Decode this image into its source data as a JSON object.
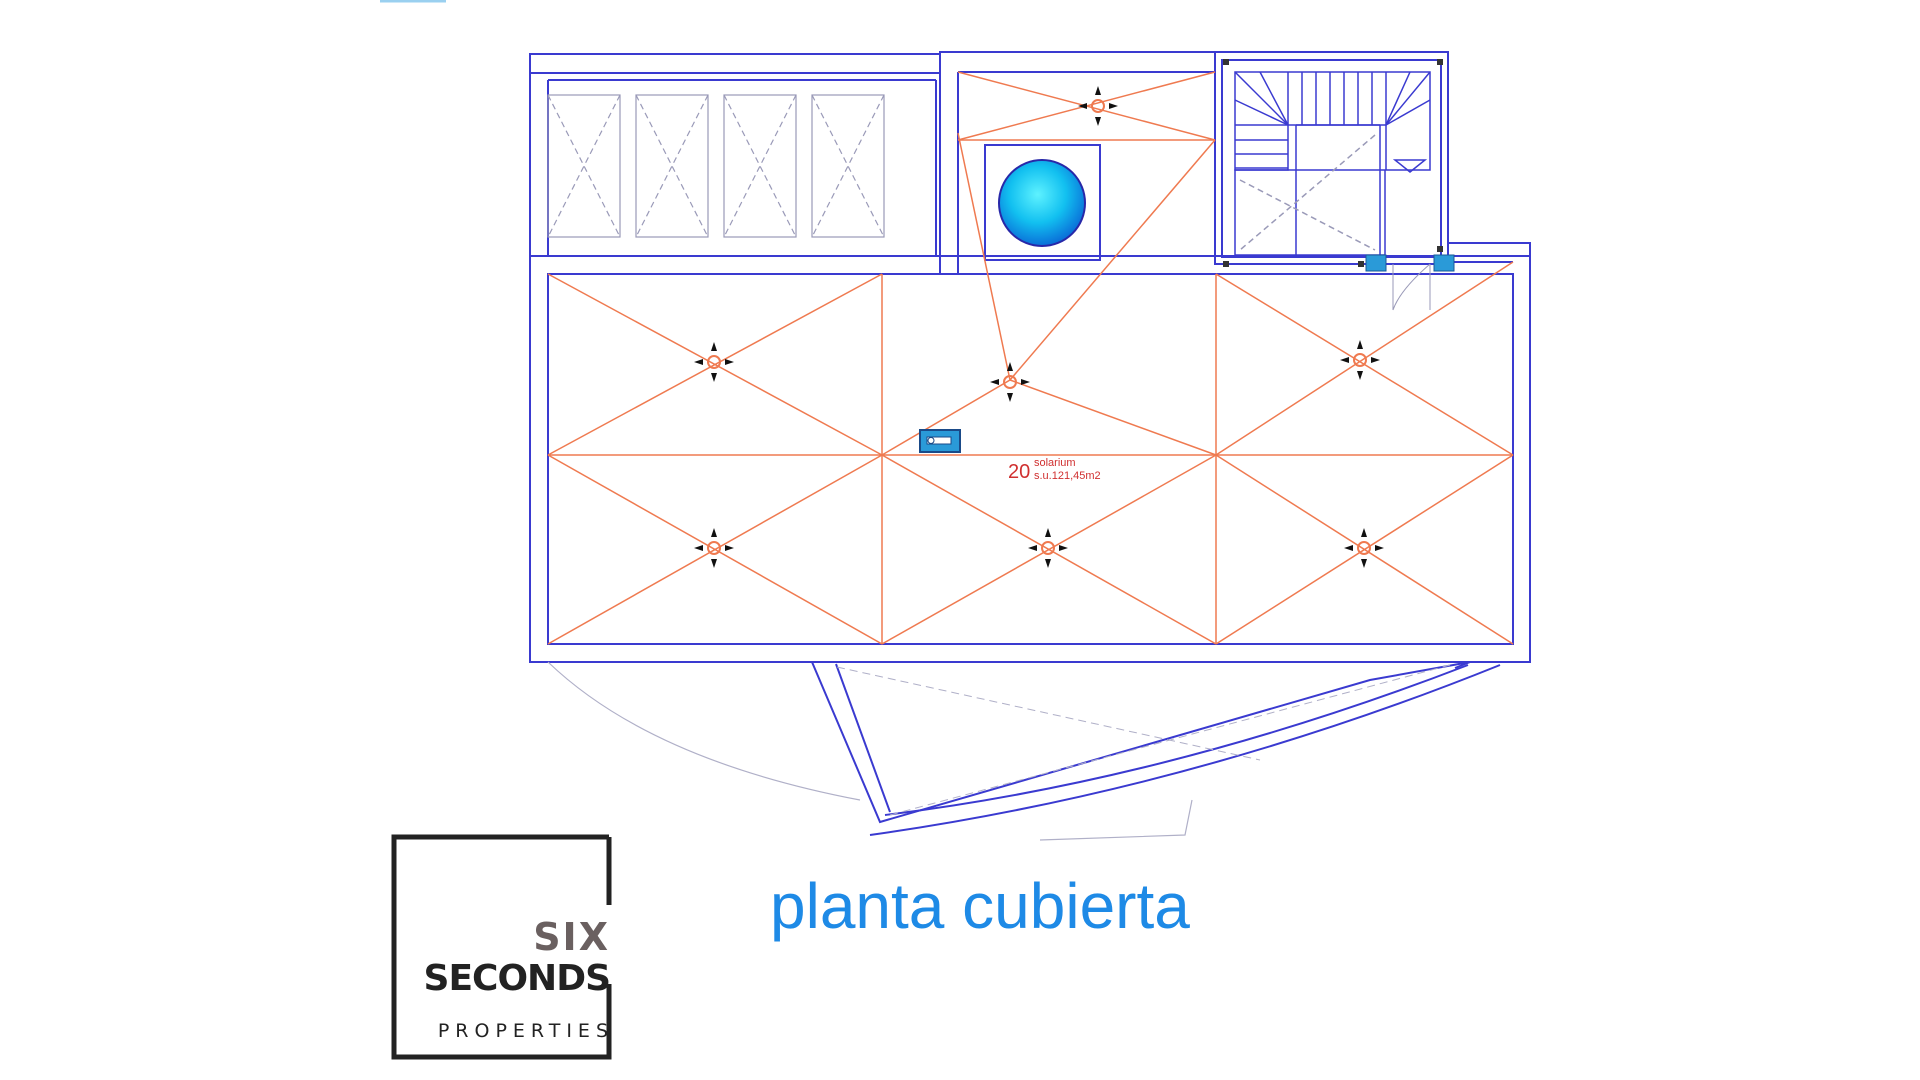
{
  "plan": {
    "title": "planta cubierta",
    "room": {
      "number": "20",
      "name": "solarium",
      "area": "s.u.121,45m2"
    }
  },
  "logo": {
    "line1": "SIX",
    "line2": "SECONDS",
    "line3": "PROPERTIES"
  },
  "colors": {
    "walls": "#3a3ad0",
    "slopes": "#ef7a50",
    "title": "#1e8ae6",
    "room_label": "#d03030",
    "logo_dark": "#222222",
    "logo_six": "#6a6060",
    "pool": "#1ec8f0",
    "fixture": "#2a9ad8"
  }
}
